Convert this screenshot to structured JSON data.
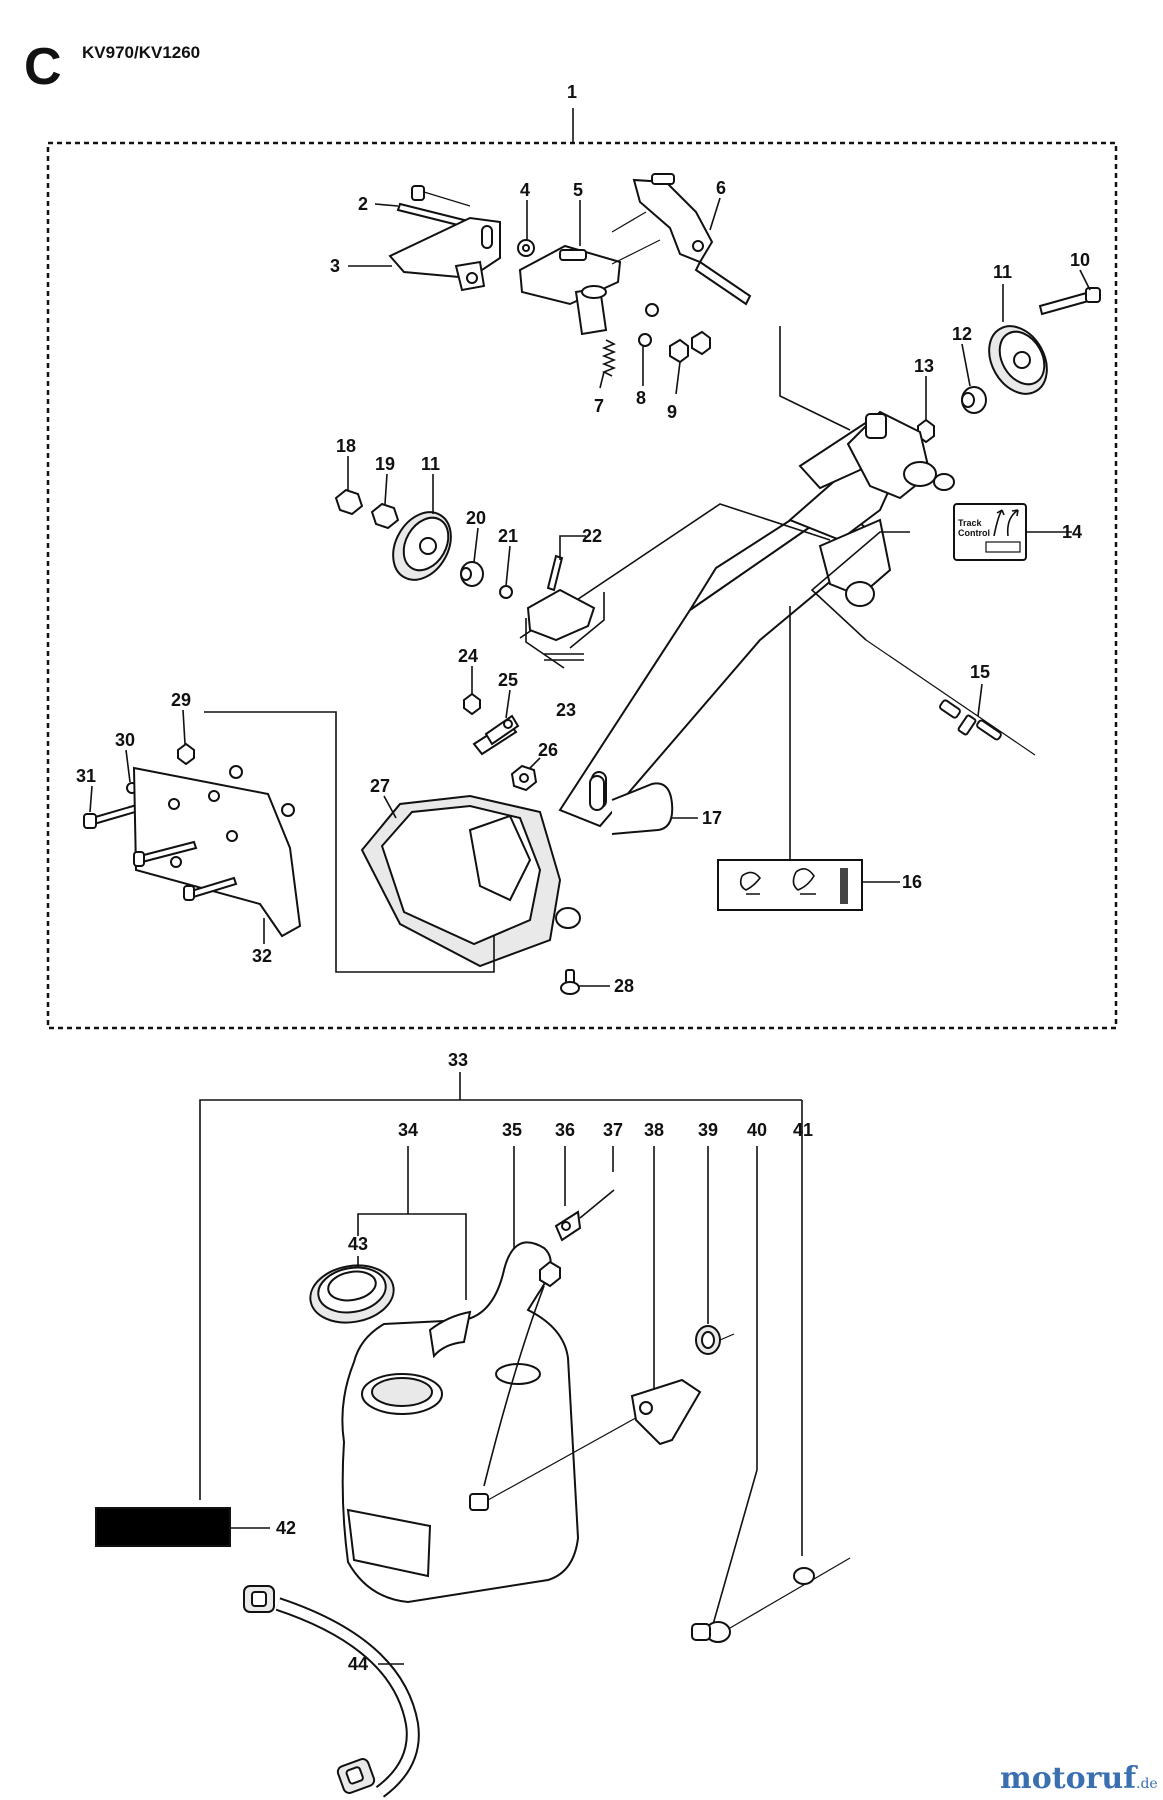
{
  "header": {
    "section_letter": "C",
    "model": "KV970/KV1260"
  },
  "callouts": {
    "c1": "1",
    "c2": "2",
    "c3": "3",
    "c4": "4",
    "c5": "5",
    "c6": "6",
    "c7": "7",
    "c8": "8",
    "c9": "9",
    "c10": "10",
    "c11a": "11",
    "c11b": "11",
    "c12": "12",
    "c13": "13",
    "c14": "14",
    "c15": "15",
    "c16": "16",
    "c17": "17",
    "c18": "18",
    "c19": "19",
    "c20": "20",
    "c21": "21",
    "c22": "22",
    "c23": "23",
    "c24": "24",
    "c25": "25",
    "c26": "26",
    "c27": "27",
    "c28": "28",
    "c29": "29",
    "c30": "30",
    "c31": "31",
    "c32": "32",
    "c33": "33",
    "c34": "34",
    "c35": "35",
    "c36": "36",
    "c37": "37",
    "c38": "38",
    "c39": "39",
    "c40": "40",
    "c41": "41",
    "c42": "42",
    "c43": "43",
    "c44": "44"
  },
  "decal_14": {
    "line1": "Track",
    "line2": "Control"
  },
  "watermark": {
    "name": "motoruf",
    "tld": ".de",
    "color_primary": "#3a6fb0",
    "color_accent": "#7fb13c"
  }
}
